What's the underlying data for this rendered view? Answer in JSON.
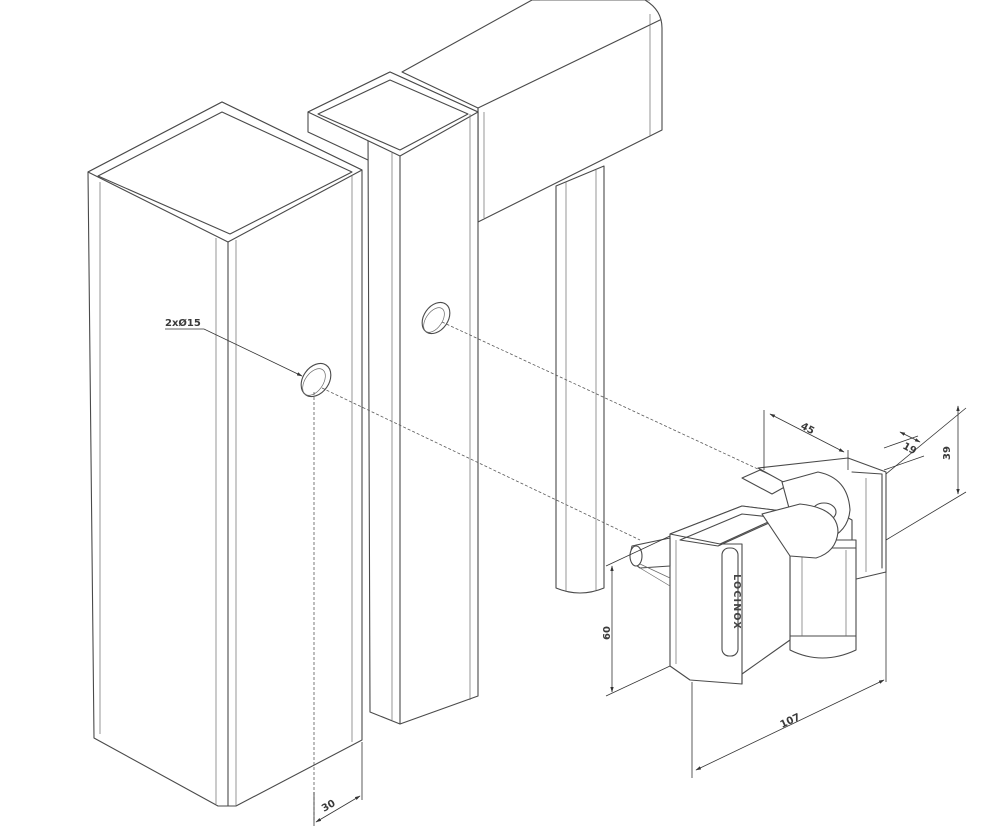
{
  "dimensions": {
    "hole_callout": "2xØ15",
    "dim_45": "45",
    "dim_19": "19",
    "dim_39": "39",
    "dim_60": "60",
    "dim_107": "107",
    "dim_30": "30"
  },
  "hinge": {
    "brand": "LOCINOX"
  }
}
